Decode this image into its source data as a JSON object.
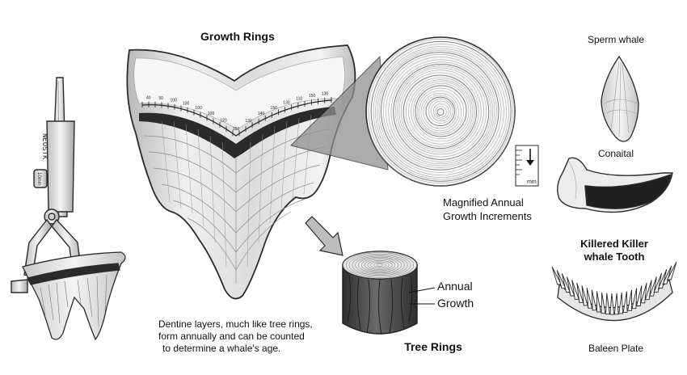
{
  "labels": {
    "growth_rings": "Growth Rings",
    "sperm_whale": "Sperm whale",
    "conaital": "Conaital",
    "magnified_line1": "Magnified Annual",
    "magnified_line2": "Growth Increments",
    "killered_line1": "Killered Killer",
    "killered_line2": "whale Tooth",
    "annual": "Annual",
    "growth": "Growth",
    "tree_rings": "Tree Rings",
    "baleen_plate": "Baleen Plate",
    "caption_line1": "Dentine layers, much like tree rings,",
    "caption_line2": "form annually and can be counted",
    "caption_line3": "to determine a whale's age.",
    "scale_unit": "mm",
    "caliper_text1": "NEOSTK",
    "caliper_text2": "10mm"
  },
  "tooth_scale_ticks": [
    "40",
    "50",
    "100",
    "100",
    "100",
    "100",
    "120",
    "150",
    "130",
    "140",
    "150",
    "130",
    "110",
    "150",
    "130"
  ],
  "colors": {
    "outline": "#2a2a2a",
    "tooth_fill": "#e4e4e4",
    "dark_band": "#2b2b2b",
    "wood_dark": "#3a3a3a"
  }
}
